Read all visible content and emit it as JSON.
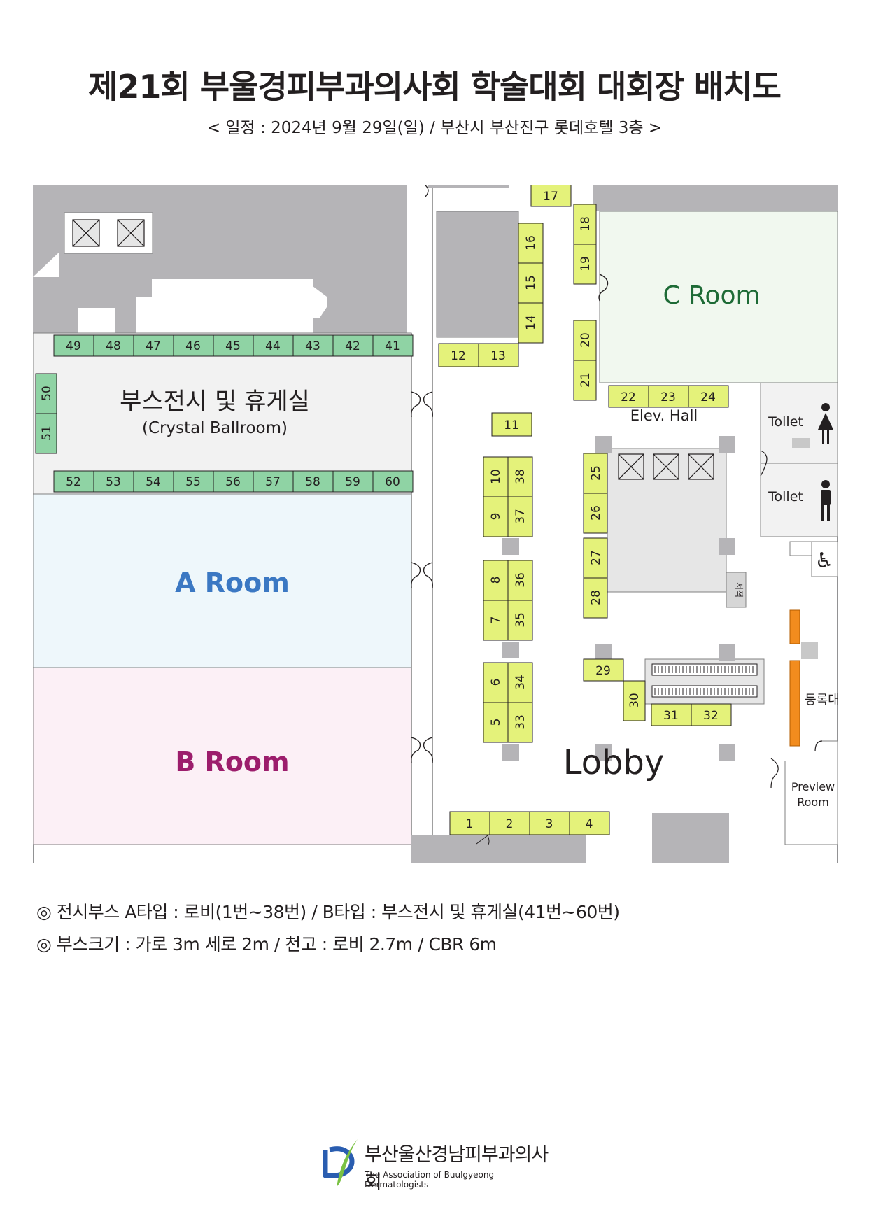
{
  "title": "제21회 부울경피부과의사회 학술대회 대회장 배치도",
  "subtitle": "< 일정 : 2024년 9월 29일(일) / 부산시 부산진구 롯데호텔 3층 >",
  "rooms": {
    "crystal_ko": "부스전시 및 휴게실",
    "crystal_en": "(Crystal Ballroom)",
    "a_room": "A Room",
    "b_room": "B Room",
    "c_room": "C Room",
    "lobby": "Lobby",
    "elev_hall": "Elev. Hall",
    "toilet1": "Tollet",
    "toilet2": "Tollet",
    "registration": "등록대",
    "preview_line1": "Preview",
    "preview_line2": "Room",
    "bookstore": "서적"
  },
  "colors": {
    "lobby_booth": "#e4f27a",
    "crystal_booth": "#8fd3a4",
    "wall": "#b5b4b7",
    "crystal_bg": "#f2f2f2",
    "a_room_bg": "#eef7fb",
    "b_room_bg": "#fcf0f6",
    "c_room_bg": "#f1f8ef",
    "a_room_text": "#3b78c3",
    "b_room_text": "#9c1d6c",
    "c_room_text": "#1e6b36",
    "registration_desk": "#f28c1e"
  },
  "booths": {
    "b1": "1",
    "b2": "2",
    "b3": "3",
    "b4": "4",
    "b5": "5",
    "b6": "6",
    "b7": "7",
    "b8": "8",
    "b9": "9",
    "b10": "10",
    "b11": "11",
    "b12": "12",
    "b13": "13",
    "b14": "14",
    "b15": "15",
    "b16": "16",
    "b17": "17",
    "b18": "18",
    "b19": "19",
    "b20": "20",
    "b21": "21",
    "b22": "22",
    "b23": "23",
    "b24": "24",
    "b25": "25",
    "b26": "26",
    "b27": "27",
    "b28": "28",
    "b29": "29",
    "b30": "30",
    "b31": "31",
    "b32": "32",
    "b33": "33",
    "b34": "34",
    "b35": "35",
    "b36": "36",
    "b37": "37",
    "b38": "38",
    "b41": "41",
    "b42": "42",
    "b43": "43",
    "b44": "44",
    "b45": "45",
    "b46": "46",
    "b47": "47",
    "b48": "48",
    "b49": "49",
    "b50": "50",
    "b51": "51",
    "b52": "52",
    "b53": "53",
    "b54": "54",
    "b55": "55",
    "b56": "56",
    "b57": "57",
    "b58": "58",
    "b59": "59",
    "b60": "60"
  },
  "notes": {
    "line1": "◎ 전시부스 A타입 : 로비(1번~38번) / B타입 : 부스전시 및 휴게실(41번~60번)",
    "line2": "◎ 부스크기 : 가로 3m 세로 2m /  천고 : 로비 2.7m / CBR 6m"
  },
  "logo": {
    "name_ko": "부산울산경남피부과의사회",
    "name_en": "The Association of Buulgyeong Dermatologists",
    "icon": "dermatology-association-leaf-logo"
  }
}
